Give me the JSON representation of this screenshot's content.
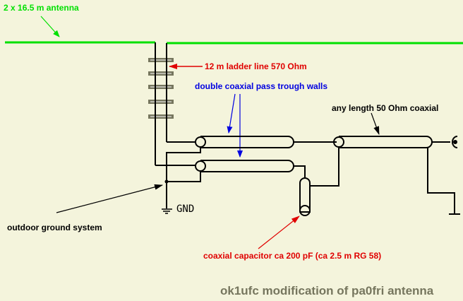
{
  "diagram": {
    "title": "ok1ufc modification of pa0fri antenna",
    "labels": {
      "antenna": "2 x 16.5 m antenna",
      "ladder_line": "12 m ladder line 570 Ohm",
      "double_coax": "double coaxial pass trough walls",
      "coax_50": "any length 50 Ohm coaxial",
      "ground_system": "outdoor ground system",
      "gnd": "GND",
      "capacitor": "coaxial capacitor ca 200 pF (ca 2.5 m RG 58)"
    },
    "colors": {
      "background": "#F4F4DC",
      "antenna": "#00E000",
      "ladder_label": "#E00000",
      "coax_label": "#0000E0",
      "wire": "#000000",
      "rung": "#76765E",
      "title": "#76765E"
    },
    "ladder_rung_count": 5
  }
}
